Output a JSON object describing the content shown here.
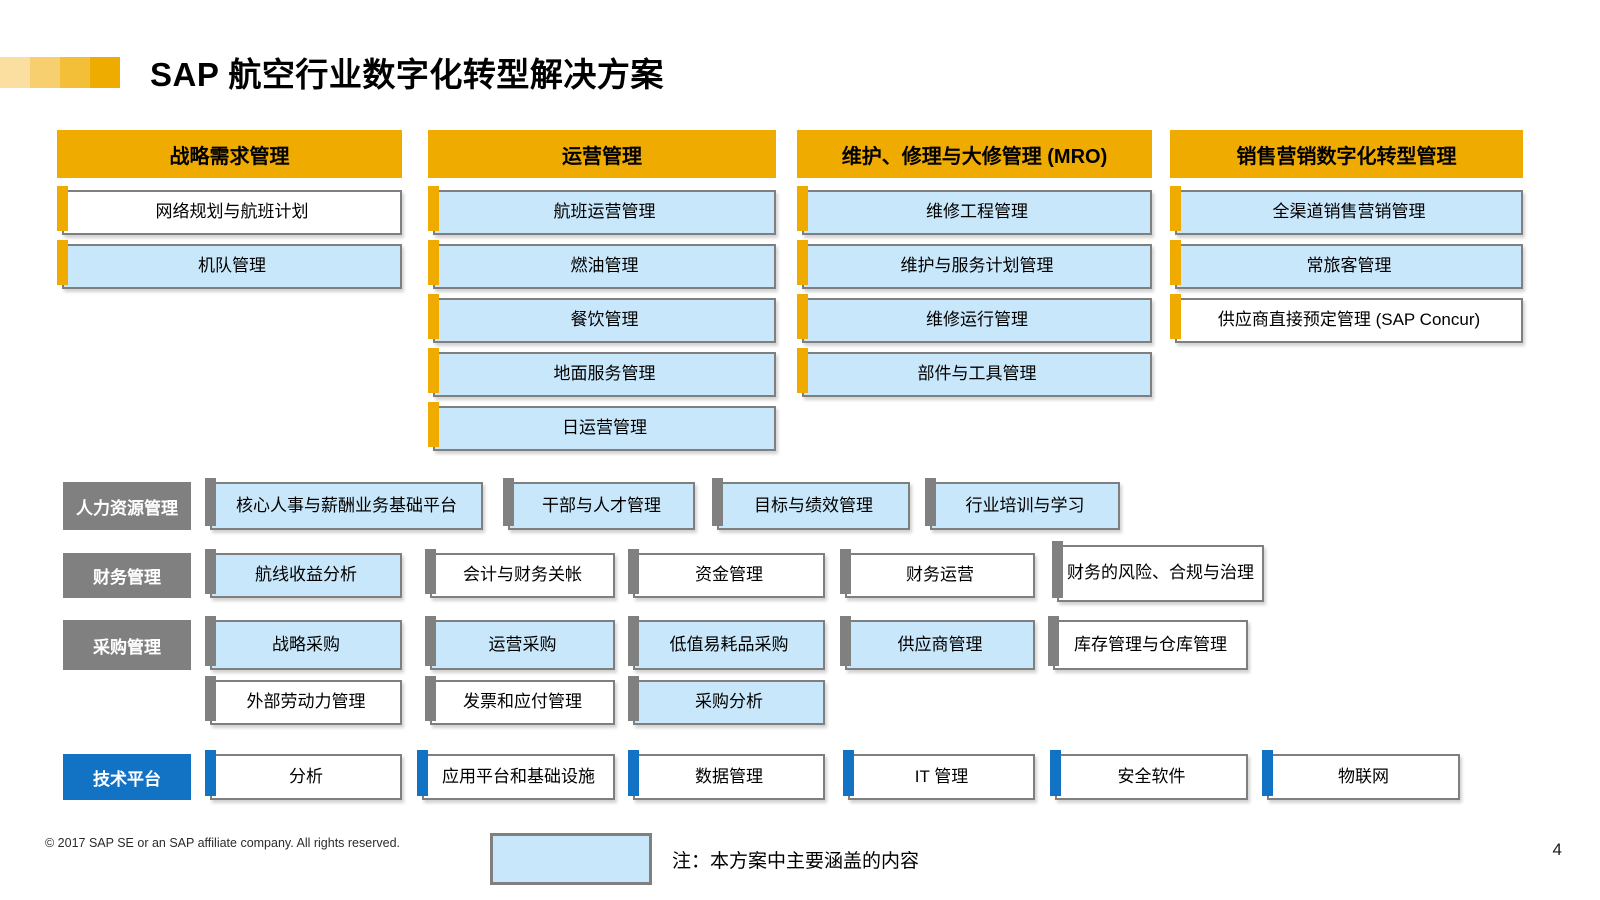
{
  "slide": {
    "title": "SAP 航空行业数字化转型解决方案",
    "legend_note": "注：本方案中主要涵盖的内容",
    "copyright": "© 2017 SAP SE or an SAP affiliate company. All rights reserved.",
    "page_number": "4"
  },
  "colors": {
    "sap_gold": "#F0AB00",
    "highlight_blue": "#C9E7FA",
    "label_gray": "#808080",
    "tech_blue": "#1272C4",
    "border_gray": "#7F7F7F"
  },
  "columns": [
    {
      "header": "战略需求管理",
      "items": [
        {
          "label": "网络规划与航班计划",
          "highlighted": false
        },
        {
          "label": "机队管理",
          "highlighted": true
        }
      ]
    },
    {
      "header": "运营管理",
      "items": [
        {
          "label": "航班运营管理",
          "highlighted": true
        },
        {
          "label": "燃油管理",
          "highlighted": true
        },
        {
          "label": "餐饮管理",
          "highlighted": true
        },
        {
          "label": "地面服务管理",
          "highlighted": true
        },
        {
          "label": "日运营管理",
          "highlighted": true
        }
      ]
    },
    {
      "header": "维护、修理与大修管理 (MRO)",
      "items": [
        {
          "label": "维修工程管理",
          "highlighted": true
        },
        {
          "label": "维护与服务计划管理",
          "highlighted": true
        },
        {
          "label": "维修运行管理",
          "highlighted": true
        },
        {
          "label": "部件与工具管理",
          "highlighted": true
        }
      ]
    },
    {
      "header": "销售营销数字化转型管理",
      "items": [
        {
          "label": "全渠道销售营销管理",
          "highlighted": true
        },
        {
          "label": "常旅客管理",
          "highlighted": true
        },
        {
          "label": "供应商直接预定管理 (SAP Concur)",
          "highlighted": false
        }
      ]
    }
  ],
  "rows": [
    {
      "label": "人力资源管理",
      "items": [
        {
          "label": "核心人事与薪酬业务基础平台",
          "highlighted": true
        },
        {
          "label": "干部与人才管理",
          "highlighted": true
        },
        {
          "label": "目标与绩效管理",
          "highlighted": true
        },
        {
          "label": "行业培训与学习",
          "highlighted": true
        }
      ]
    },
    {
      "label": "财务管理",
      "items": [
        {
          "label": "航线收益分析",
          "highlighted": true
        },
        {
          "label": "会计与财务关帐",
          "highlighted": false
        },
        {
          "label": "资金管理",
          "highlighted": false
        },
        {
          "label": "财务运营",
          "highlighted": false
        },
        {
          "label": "财务的风险、合规与治理",
          "highlighted": false
        }
      ]
    },
    {
      "label": "采购管理",
      "items": [
        {
          "label": "战略采购",
          "highlighted": true
        },
        {
          "label": "运营采购",
          "highlighted": true
        },
        {
          "label": "低值易耗品采购",
          "highlighted": true
        },
        {
          "label": "供应商管理",
          "highlighted": true
        },
        {
          "label": "库存管理与仓库管理",
          "highlighted": false
        }
      ]
    },
    {
      "label": "",
      "items": [
        {
          "label": "外部劳动力管理",
          "highlighted": false
        },
        {
          "label": "发票和应付管理",
          "highlighted": false
        },
        {
          "label": "采购分析",
          "highlighted": true
        }
      ]
    },
    {
      "label": "技术平台",
      "items": [
        {
          "label": "分析",
          "highlighted": false
        },
        {
          "label": "应用平台和基础设施",
          "highlighted": false
        },
        {
          "label": "数据管理",
          "highlighted": false
        },
        {
          "label": "IT 管理",
          "highlighted": false
        },
        {
          "label": "安全软件",
          "highlighted": false
        },
        {
          "label": "物联网",
          "highlighted": false
        }
      ]
    }
  ]
}
